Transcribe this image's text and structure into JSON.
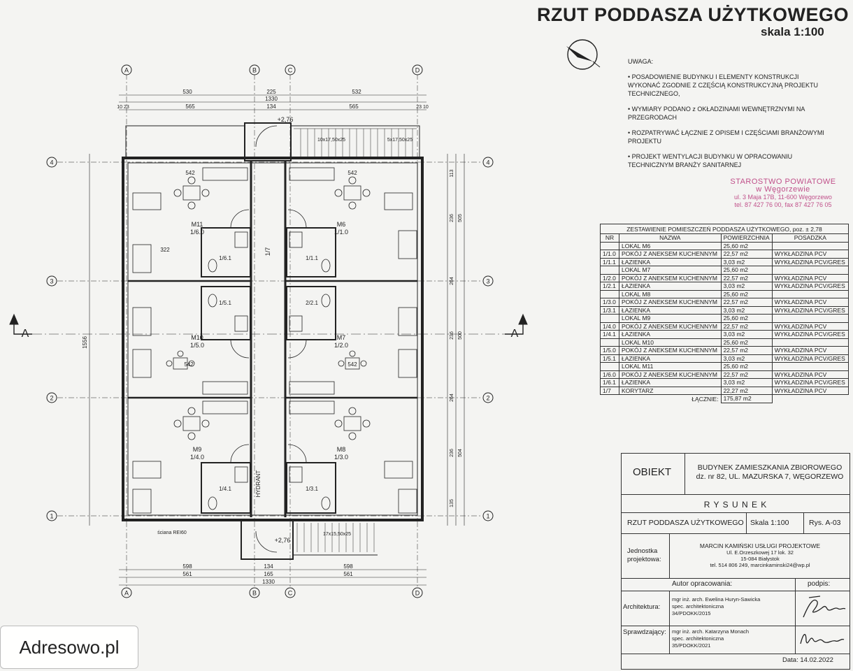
{
  "header": {
    "title": "RZUT PODDASZA UŻYTKOWEGO",
    "scale": "skala 1:100"
  },
  "notes": {
    "heading": "UWAGA:",
    "items": [
      "• POSADOWIENIE BUDYNKU I ELEMENTY KONSTRUKCJI WYKONAĆ ZGODNIE Z CZĘŚCIĄ KONSTRUKCYJNĄ PROJEKTU TECHNICZNEGO,",
      "• WYMIARY PODANO z OKŁADZINAMI WEWNĘTRZNYMI NA PRZEGRODACH",
      "• ROZPATRYWAĆ ŁĄCZNIE Z OPISEM I CZĘŚCIAMI BRANŻOWYMI PROJEKTU",
      "• PROJEKT WENTYLACJI BUDYNKU W OPRACOWANIU TECHNICZNYM BRANŻY SANITARNEJ"
    ]
  },
  "stamp": {
    "line1": "STAROSTWO POWIATOWE",
    "line2": "w Węgorzewie",
    "line3": "ul. 3 Maja 17B, 11-600 Węgorzewo",
    "line4": "tel. 87 427 76 00, fax 87 427 76 05"
  },
  "room_table": {
    "caption": "ZESTAWIENIE POMIESZCZEŃ PODDASZA UŻYTKOWEGO, poz. ± 2,78",
    "headers": [
      "NR",
      "NAZWA",
      "POWIERZCHNIA",
      "POSADZKA"
    ],
    "rows": [
      [
        "",
        "LOKAL M6",
        "25,60 m2",
        ""
      ],
      [
        "1/1.0",
        "POKÓJ Z ANEKSEM KUCHENNYM",
        "22,57 m2",
        "WYKŁADZINA PCV"
      ],
      [
        "1/1.1",
        "ŁAZIENKA",
        "3,03 m2",
        "WYKŁADZINA PCV/GRES"
      ],
      [
        "",
        "LOKAL M7",
        "25,60 m2",
        ""
      ],
      [
        "1/2.0",
        "POKÓJ Z ANEKSEM KUCHENNYM",
        "22,57 m2",
        "WYKŁADZINA PCV"
      ],
      [
        "1/2.1",
        "ŁAZIENKA",
        "3,03 m2",
        "WYKŁADZINA PCV/GRES"
      ],
      [
        "",
        "LOKAL M8",
        "25,60 m2",
        ""
      ],
      [
        "1/3.0",
        "POKÓJ Z ANEKSEM KUCHENNYM",
        "22,57 m2",
        "WYKŁADZINA PCV"
      ],
      [
        "1/3.1",
        "ŁAZIENKA",
        "3,03 m2",
        "WYKŁADZINA PCV/GRES"
      ],
      [
        "",
        "LOKAL M9",
        "25,60 m2",
        ""
      ],
      [
        "1/4.0",
        "POKÓJ Z ANEKSEM KUCHENNYM",
        "22,57 m2",
        "WYKŁADZINA PCV"
      ],
      [
        "1/4.1",
        "ŁAZIENKA",
        "3,03 m2",
        "WYKŁADZINA PCV/GRES"
      ],
      [
        "",
        "LOKAL M10",
        "25,60 m2",
        ""
      ],
      [
        "1/5.0",
        "POKÓJ Z ANEKSEM KUCHENNYM",
        "22,57 m2",
        "WYKŁADZINA PCV"
      ],
      [
        "1/5.1",
        "ŁAZIENKA",
        "3,03 m2",
        "WYKŁADZINA PCV/GRES"
      ],
      [
        "",
        "LOKAL M11",
        "25,60 m2",
        ""
      ],
      [
        "1/6.0",
        "POKÓJ Z ANEKSEM KUCHENNYM",
        "22,57 m2",
        "WYKŁADZINA PCV"
      ],
      [
        "1/6.1",
        "ŁAZIENKA",
        "3,03 m2",
        "WYKŁADZINA PCV/GRES"
      ],
      [
        "1/7",
        "KORYTARZ",
        "22,27 m2",
        "WYKŁADZINA PCV"
      ]
    ],
    "total_label": "ŁĄCZNIE:",
    "total_value": "175,87 m2"
  },
  "title_block": {
    "object_label": "OBIEKT",
    "object_line1": "BUDYNEK ZAMIESZKANIA ZBIOROWEGO",
    "object_line2": "dz. nr 82, UL. MAZURSKA 7, WĘGORZEWO",
    "drawing_label": "R Y S U N E K",
    "drawing_name": "RZUT PODDASZA UŻYTKOWEGO",
    "drawing_scale": "Skala 1:100",
    "drawing_no": "Rys. A-03",
    "unit_label": "Jednostka projektowa:",
    "unit_line1": "MARCIN KAMIŃSKI USŁUGI PROJEKTOWE",
    "unit_line2": "Ul. E.Orzeszkowej 17 lok. 32",
    "unit_line3": "15-084 Białystok",
    "unit_line4": "tel. 514 806 249, marcinkaminski24@wp.pl",
    "author_label": "Autor opracowania:",
    "signature_label": "podpis:",
    "architect_label": "Architektura:",
    "architect_line1": "mgr inż. arch. Ewelina Huryn-Sawicka",
    "architect_line2": "spec. architektoniczna",
    "architect_line3": "34/PDOKK/2015",
    "checker_label": "Sprawdzający:",
    "checker_line1": "mgr inż. arch. Katarzyna Monach",
    "checker_line2": "spec. architektoniczna",
    "checker_line3": "35/PDOKK/2021",
    "date_label": "Data:",
    "date_value": "14.02.2022"
  },
  "plan": {
    "axes_letters": [
      "A",
      "B",
      "C",
      "D"
    ],
    "axes_numbers": [
      "4",
      "3",
      "2",
      "1"
    ],
    "section_label": "A",
    "top_dims": [
      "530",
      "225",
      "532",
      "1330",
      "565",
      "134",
      "565",
      "10 23",
      "23 10"
    ],
    "bottom_dims": [
      "598",
      "134",
      "598",
      "561",
      "165",
      "561",
      "1330"
    ],
    "left_dim_total": "1556",
    "right_dims": [
      "113",
      "236",
      "505",
      "264",
      "236",
      "500",
      "264",
      "236",
      "504",
      "135"
    ],
    "units": [
      {
        "name": "M11",
        "room": "1/6.0",
        "bath": "1/6.1"
      },
      {
        "name": "M10",
        "room": "1/5.0",
        "bath": "1/5.1"
      },
      {
        "name": "M9",
        "room": "1/4.0",
        "bath": "1/4.1"
      },
      {
        "name": "M6",
        "room": "1/1.0",
        "bath": "1/1.1"
      },
      {
        "name": "M7",
        "room": "1/2.0",
        "bath": "2/2.1"
      },
      {
        "name": "M8",
        "room": "1/3.0",
        "bath": "1/3.1"
      }
    ],
    "corridor": "1/7",
    "level_top": "+2,76",
    "level_bottom": "+2,76",
    "hydrant": "HYDRANT",
    "wall_note": "ściana REI60",
    "room_widths": [
      "542",
      "322",
      "542",
      "542",
      "542"
    ],
    "stair_top": "10x17,50x25",
    "stair_top2": "5x17,50x25",
    "stair_bottom": "17x15,50x25"
  },
  "watermark": "Adresowo.pl"
}
